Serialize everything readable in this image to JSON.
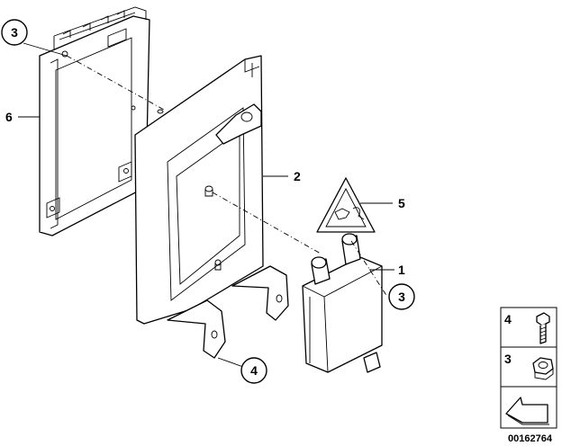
{
  "parts": {
    "bracket_label": "2",
    "control_unit_label": "1",
    "module_label": "6",
    "warning_label_label": "5",
    "screw_label": "4",
    "nut_label": "3"
  },
  "callouts": {
    "nut_top": "3",
    "nut_right": "3",
    "screw_bottom": "4"
  },
  "legend": {
    "item_screw": "4",
    "item_nut": "3"
  },
  "footer": {
    "diagram_number": "00162764"
  }
}
